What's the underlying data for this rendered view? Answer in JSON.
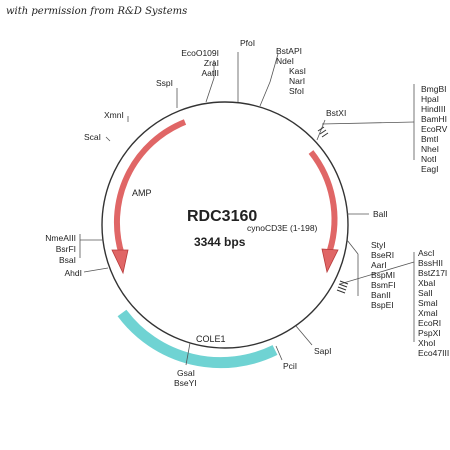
{
  "credit": "with permission from R&D Systems",
  "plasmid": {
    "name": "RDC3160",
    "size": "3344 bps",
    "insert_label": "cynoCD3E (1-198)",
    "colors": {
      "backbone": "#333333",
      "amp": "#e06666",
      "amp_edge": "#b83a3a",
      "cole1": "#6fd3d3",
      "cole1_edge": "#3aa9a9",
      "label_line": "#555555"
    }
  },
  "features": {
    "amp": "AMP",
    "cole1": "COLE1"
  },
  "sites": {
    "top_left": [
      "EcoO109I",
      "ZraI",
      "AatII"
    ],
    "pfoI": "PfoI",
    "sspI": "SspI",
    "top_right": [
      "BstAPI",
      "NdeI",
      "KasI",
      "NarI",
      "SfoI"
    ],
    "bstXI": "BstXI",
    "mcs_top": [
      "BmgBI",
      "HpaI",
      "HindIII",
      "BamHI",
      "EcoRV",
      "BmtI",
      "NheI",
      "NotI",
      "EagI"
    ],
    "xmnI": "XmnI",
    "scaI": "ScaI",
    "ballI": "BalI",
    "right_mid": [
      "StyI",
      "BseRI",
      "AarI",
      "BspMI",
      "BsmFI",
      "BanII",
      "BspEI"
    ],
    "mcs_bottom": [
      "AscI",
      "BssHII",
      "BstZ17I",
      "XbaI",
      "SalI",
      "SmaI",
      "XmaI",
      "EcoRI",
      "PspXI",
      "XhoI",
      "Eco47III"
    ],
    "left_mid": [
      "NmeAIII",
      "BsrFI",
      "BsaI"
    ],
    "ahdI": "AhdI",
    "sapI": "SapI",
    "pciI": "PciI",
    "bottom": [
      "GsaI",
      "BseYI"
    ]
  }
}
